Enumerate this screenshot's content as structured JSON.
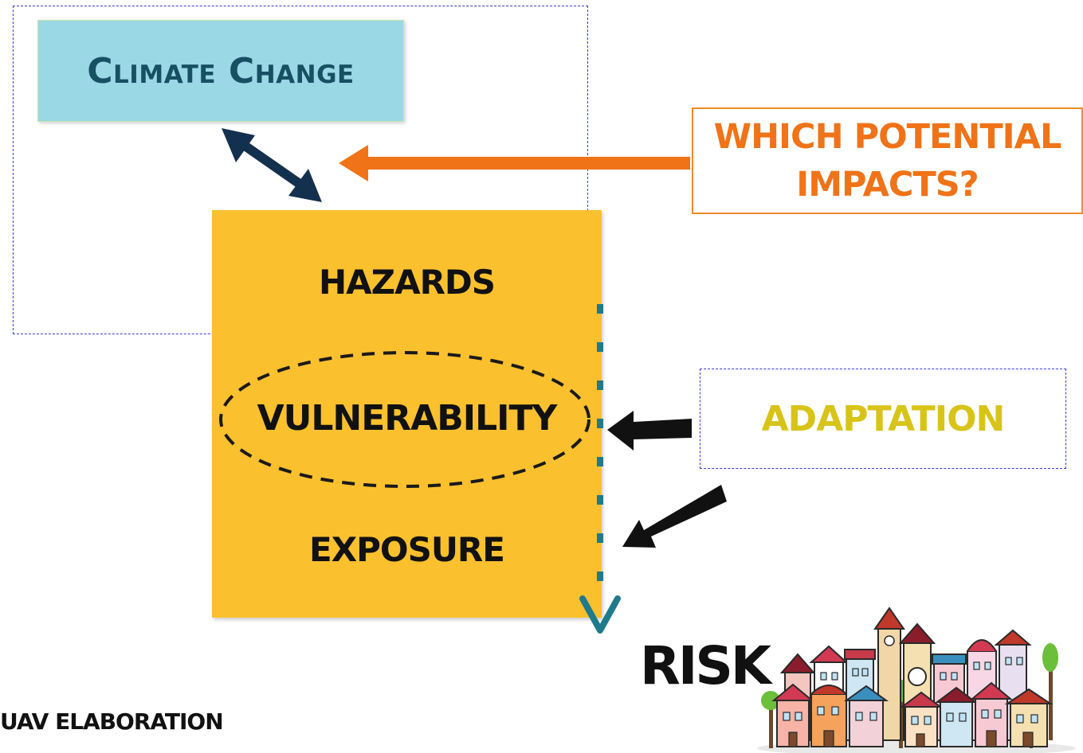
{
  "diagram": {
    "climate_change": "Climate Change",
    "hazards": "HAZARDS",
    "vulnerability": "VULNERABILITY",
    "exposure": "EXPOSURE",
    "impacts_question": [
      "WHICH POTENTIAL",
      "IMPACTS?"
    ],
    "adaptation": "ADAPTATION",
    "risk": "RISK",
    "source": "UAV ELABORATION"
  },
  "colors": {
    "climate_box": "#99d8e4",
    "climate_text": "#174f63",
    "risk_box": "#fbc02d",
    "impacts_accent": "#f07318",
    "adaptation_text": "#d8c418",
    "frame_dashed": "#3a3ae0",
    "navy_arrow": "#14304f",
    "teal_dotted": "#1f7a8c"
  },
  "icons": [
    "double-arrow-icon",
    "orange-arrow-icon",
    "black-arrow-icon",
    "chevron-down-icon",
    "town-illustration"
  ]
}
